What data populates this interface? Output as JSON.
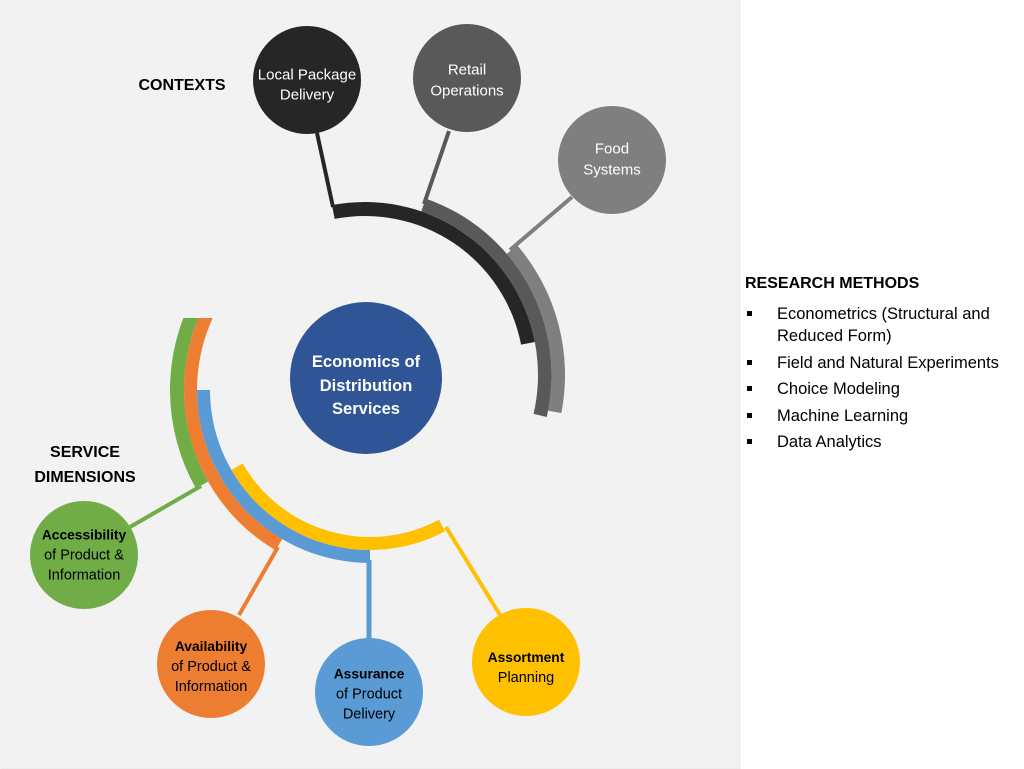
{
  "colors": {
    "panel_background": "#F2F2F2"
  },
  "diagram": {
    "center": {
      "lines": [
        "Economics of",
        "Distribution",
        "Services"
      ],
      "color": "#2F5597"
    },
    "contexts": {
      "label": "CONTEXTS",
      "items": [
        {
          "lines": [
            "Local Package",
            "Delivery"
          ],
          "color": "#262626"
        },
        {
          "lines": [
            "Retail",
            "Operations"
          ],
          "color": "#595959"
        },
        {
          "lines": [
            "Food",
            "Systems"
          ],
          "color": "#7F7F7F"
        }
      ]
    },
    "service_dimensions": {
      "label_lines": [
        "SERVICE",
        "DIMENSIONS"
      ],
      "items": [
        {
          "title": "Accessibility",
          "lines": [
            "of Product &",
            "Information"
          ],
          "color": "#70AD47"
        },
        {
          "title": "Availability",
          "lines": [
            "of Product &",
            "Information"
          ],
          "color": "#ED7D31"
        },
        {
          "title": "Assurance",
          "lines": [
            "of Product",
            "Delivery"
          ],
          "color": "#5B9BD5"
        },
        {
          "title": "Assortment",
          "lines": [
            "Planning"
          ],
          "color": "#FFC000"
        }
      ]
    }
  },
  "research_methods": {
    "title": "RESEARCH METHODS",
    "bullet_icon": "square-bullet",
    "items": [
      "Econometrics (Structural and Reduced Form)",
      "Field and Natural Experiments",
      "Choice Modeling",
      "Machine Learning",
      "Data Analytics"
    ]
  }
}
